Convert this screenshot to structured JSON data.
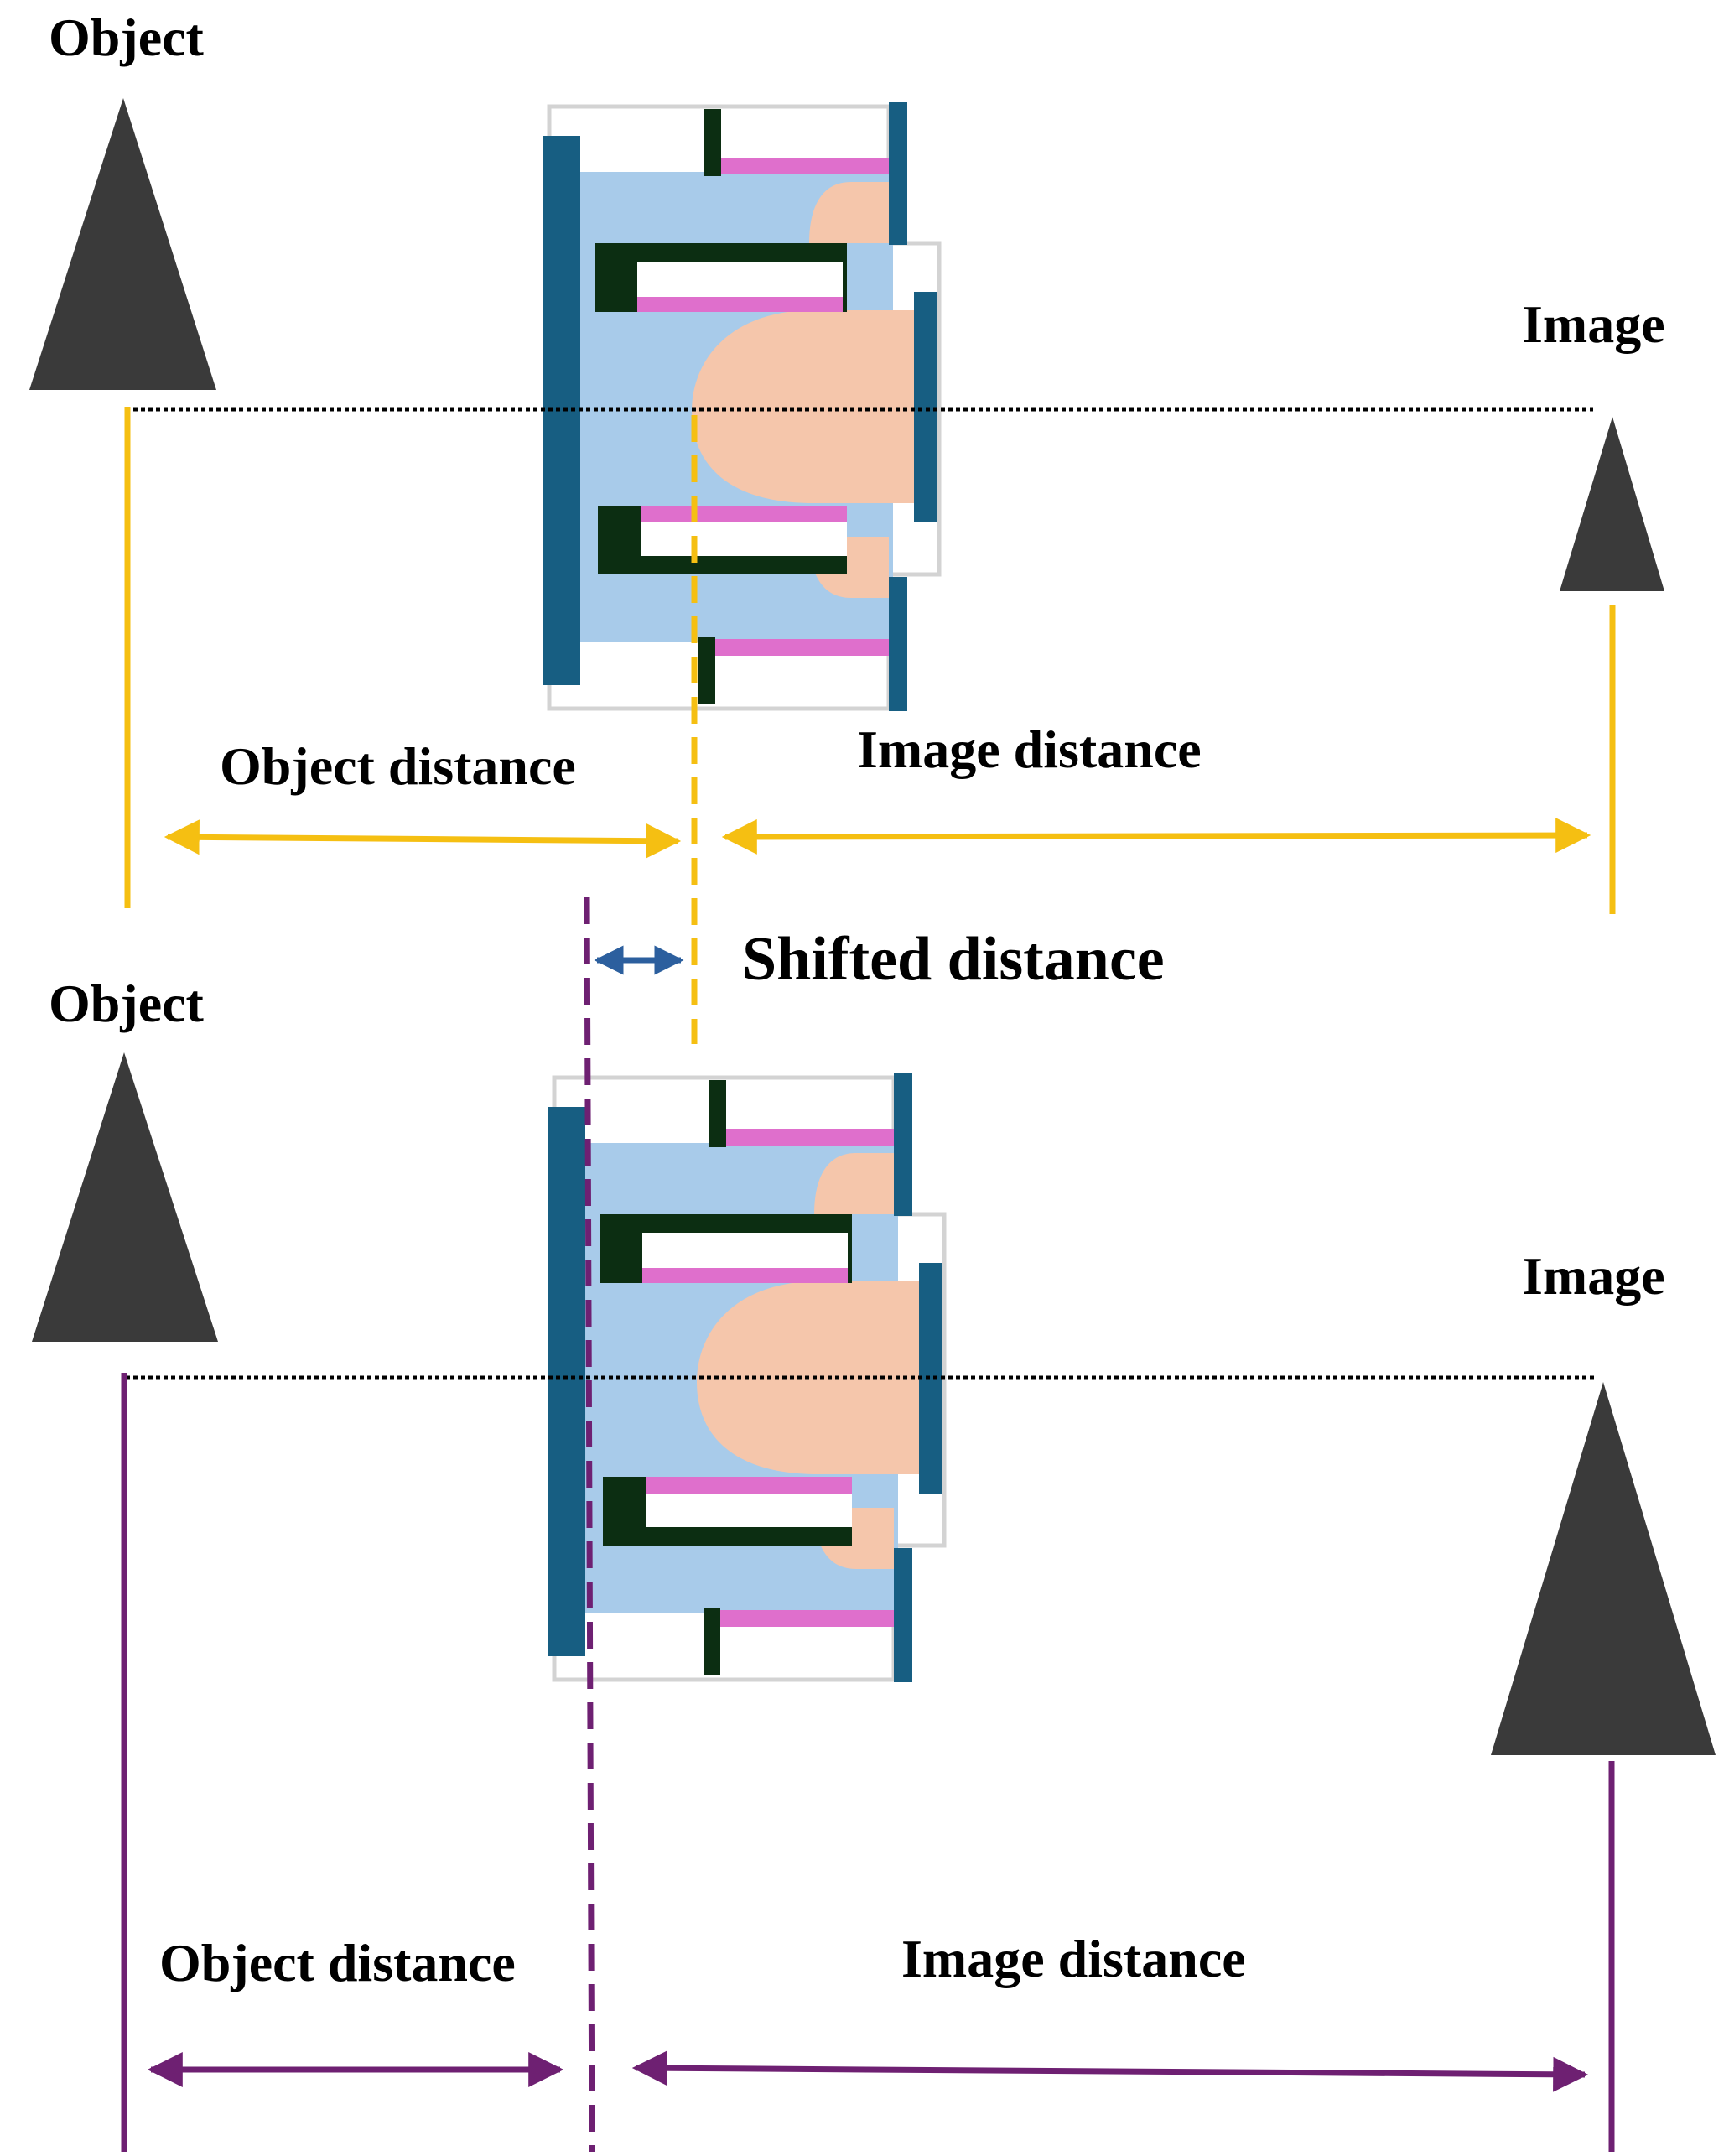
{
  "colors": {
    "yellow": "#f5bf12",
    "purple": "#6e2072",
    "double_arrow_blue": "#2c5f9e",
    "triangle": "#3a3a3a",
    "lens_blue": "#a8cbea",
    "lens_dark_blue": "#175e82",
    "peach": "#f5c6ab",
    "dark_green": "#0c2e12",
    "magenta": "#df6fcc"
  },
  "top": {
    "object_label": "Object",
    "image_label": "Image",
    "object_distance_label": "Object distance",
    "image_distance_label": "Image distance"
  },
  "shifted_distance_label": "Shifted distance",
  "bottom": {
    "object_label": "Object",
    "image_label": "Image",
    "object_distance_label": "Object distance",
    "image_distance_label": "Image distance"
  },
  "icons": {
    "object_top": "object-triangle-icon",
    "image_top": "image-triangle-icon",
    "object_bottom": "object-triangle-icon",
    "image_bottom": "image-triangle-icon"
  }
}
